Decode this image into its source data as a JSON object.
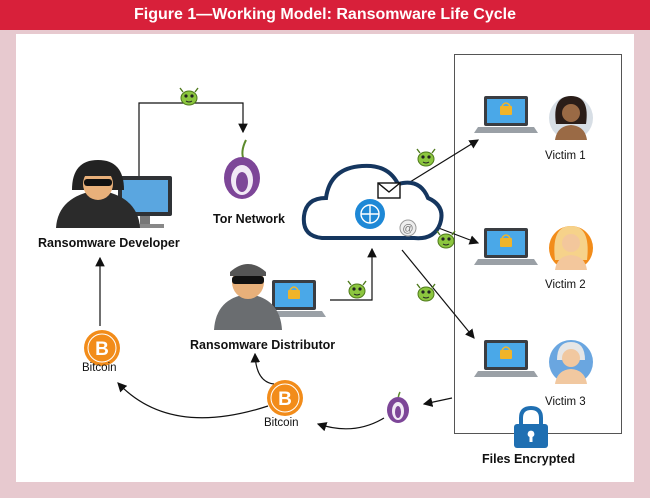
{
  "title": "Figure 1—Working Model: Ransomware Life Cycle",
  "nodes": {
    "ransomware_developer": "Ransomware Developer",
    "tor_network": "Tor Network",
    "ransomware_distributor": "Ransomware Distributor",
    "bitcoin_left": "Bitcoin",
    "bitcoin_bottom": "Bitcoin",
    "victim_1": "Victim 1",
    "victim_2": "Victim 2",
    "victim_3": "Victim 3",
    "files_encrypted": "Files Encrypted"
  },
  "colors": {
    "header": "#d8203a",
    "frame": "#e7c9cf",
    "bitcoin": "#f28c1a",
    "tor_purple": "#7d4698",
    "bug_green": "#8cc63f",
    "lock_blue": "#1f6fb2",
    "globe_blue": "#1e88d6"
  }
}
